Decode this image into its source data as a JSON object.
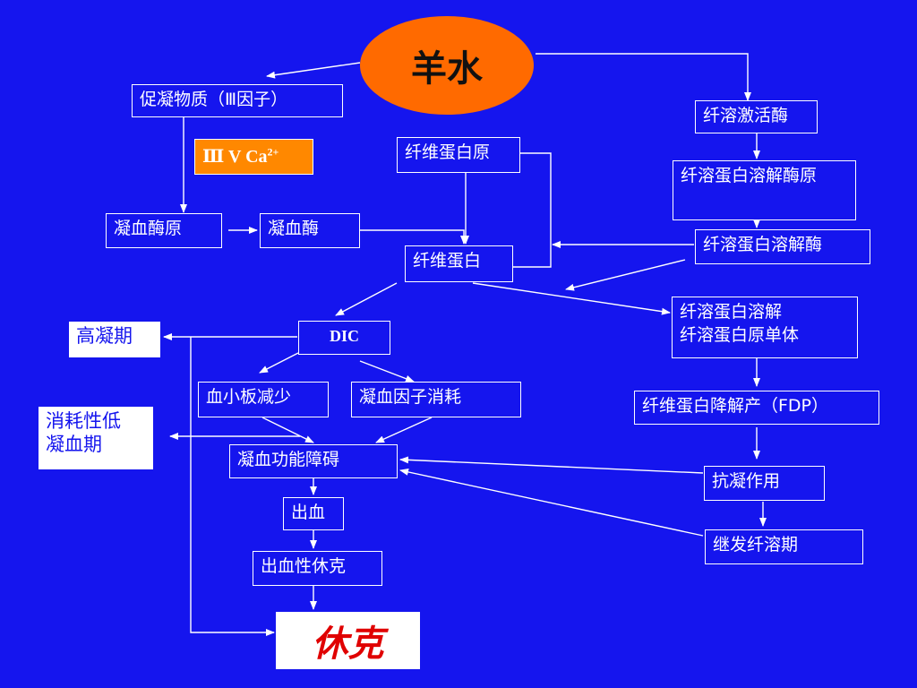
{
  "nodes": {
    "amniotic_fluid": "羊水",
    "procoagulant": "促凝物质（Ⅲ因子）",
    "cofactors": "Ⅲ  V  Ca",
    "cofactors_sup": "2+",
    "prothrombin": "凝血酶原",
    "thrombin": "凝血酶",
    "fibrinogen": "纤维蛋白原",
    "fibrin": "纤维蛋白",
    "plasminogen_activator": "纤溶激活酶",
    "plasminogen": "纤溶蛋白溶解酶原",
    "plasmin": "纤溶蛋白溶解酶",
    "fibrinolysis_line1": "纤溶蛋白溶解",
    "fibrinolysis_line2": "纤溶蛋白原单体",
    "fdp": "纤维蛋白降解产（FDP）",
    "dic": "DIC",
    "hypercoagulable": "高凝期",
    "platelet_decrease": "血小板减少",
    "factor_consumption": "凝血因子消耗",
    "consumptive_line1": "消耗性低",
    "consumptive_line2": "凝血期",
    "coag_dysfunction": "凝血功能障碍",
    "anticoagulation": "抗凝作用",
    "secondary_fibrinolysis": "继发纤溶期",
    "bleeding": "出血",
    "hemorrhagic_shock": "出血性休克",
    "shock": "休克"
  },
  "colors": {
    "background": "#1515ee",
    "ellipse": "#ff6a00",
    "cofactor_box": "#ff8800",
    "shock_text": "#e00000"
  }
}
